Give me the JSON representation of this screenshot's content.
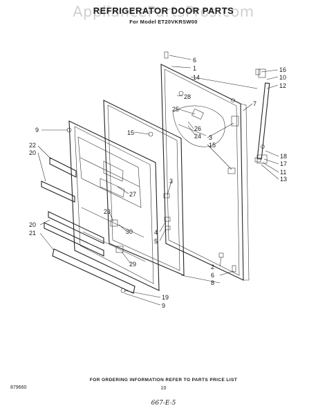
{
  "header": {
    "watermark": "AppliancePartsPros.com",
    "title": "REFRIGERATOR DOOR PARTS",
    "model": "For Model ET20VKRSW00"
  },
  "callouts": [
    "6",
    "1",
    "14",
    "16",
    "10",
    "12",
    "28",
    "7",
    "25",
    "26",
    "24",
    "3",
    "15",
    "9",
    "15",
    "22",
    "20",
    "27",
    "3",
    "18",
    "17",
    "11",
    "13",
    "23",
    "20",
    "21",
    "30",
    "4",
    "5",
    "29",
    "2",
    "6",
    "8",
    "19",
    "9"
  ],
  "footer": {
    "note": "FOR ORDERING INFORMATION REFER TO PARTS PRICE LIST",
    "doc_number": "879660",
    "page_number": "10",
    "handwritten_code": "667-E-5"
  }
}
